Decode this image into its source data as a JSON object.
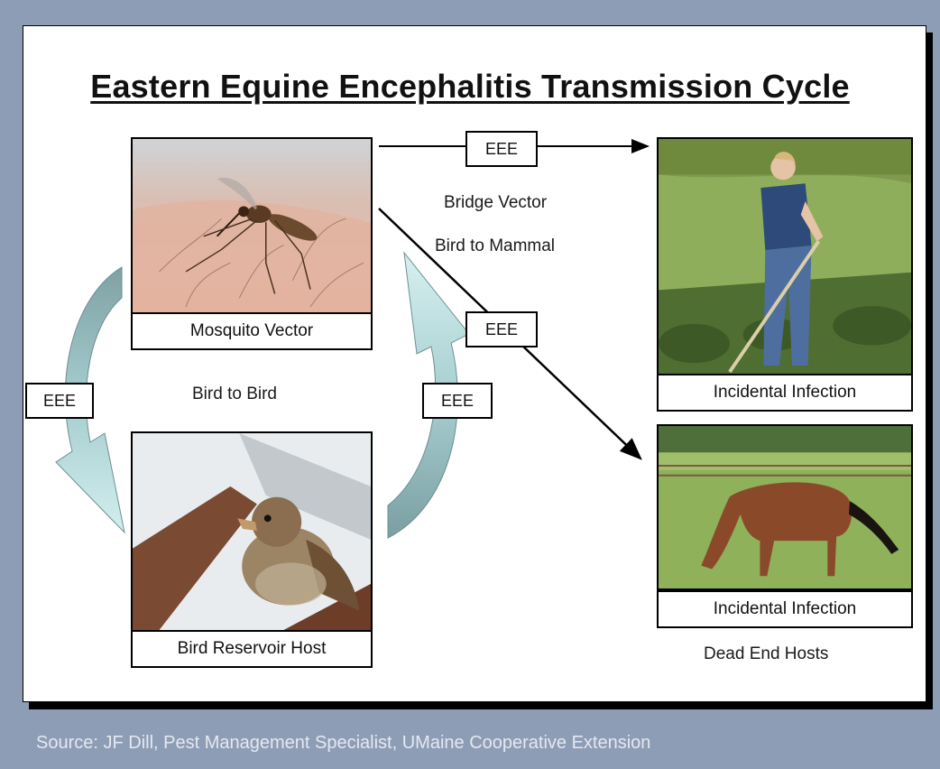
{
  "title": "Eastern Equine Encephalitis Transmission Cycle",
  "panels": {
    "mosquito": {
      "label": "Mosquito Vector",
      "icon": "mosquito-icon"
    },
    "bird": {
      "label": "Bird Reservoir Host",
      "icon": "bird-icon"
    },
    "human": {
      "label": "Incidental Infection",
      "icon": "person-icon"
    },
    "horse": {
      "label": "Incidental Infection",
      "icon": "horse-icon"
    }
  },
  "tags": {
    "top": "EEE",
    "diagonal": "EEE",
    "left": "EEE",
    "right": "EEE"
  },
  "captions": {
    "bridge_vector": "Bridge Vector",
    "bird_to_mammal": "Bird to Mammal",
    "bird_to_bird": "Bird to Bird",
    "dead_end_hosts": "Dead End Hosts"
  },
  "footer": "Source: JF Dill, Pest Management Specialist, UMaine Cooperative Extension",
  "colors": {
    "background": "#8e9db6",
    "cycle_arrow_dark": "#7fa4a6",
    "cycle_arrow_light": "#c7e3e3"
  }
}
